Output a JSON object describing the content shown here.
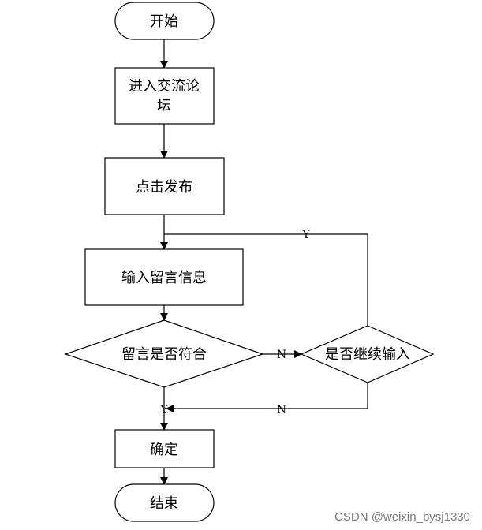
{
  "nodes": {
    "start": "开始",
    "enter_forum_line1": "进入交流论",
    "enter_forum_line2": "坛",
    "click_publish": "点击发布",
    "input_message": "输入留言信息",
    "check_message": "留言是否符合",
    "continue_input": "是否继续输入",
    "confirm": "确定",
    "end": "结束"
  },
  "edges": {
    "loop_back_yes": "Y",
    "check_no": "N",
    "check_yes": "Y",
    "continue_no": "N"
  },
  "watermark": "CSDN @weixin_bysj1330"
}
